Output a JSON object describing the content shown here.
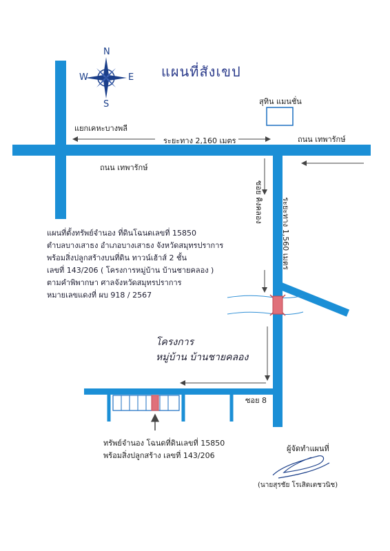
{
  "title": "แผนที่สังเขป",
  "compass": {
    "n": "N",
    "s": "S",
    "e": "E",
    "w": "W"
  },
  "labels": {
    "junction": "แยกเคหะบางพลี",
    "distance_main": "ระยะทาง  2,160 เมตร",
    "road_top_right": "ถนน เทพารักษ์",
    "road_bottom_left": "ถนน เทพารักษ์",
    "shop": "สุทิน แมนชั่น",
    "soi_side": "ซอย คิงคลอง",
    "distance_side": "ระยะทาง  1,560 เมตร",
    "soi8": "ซอย 8"
  },
  "info_lines": [
    "แผนที่ตั้งทรัพย์จำนอง ที่ดินโฉนดเลขที่ 15850",
    "ตำบลบางเสาธง  อำเภอบางเสาธง  จังหวัดสมุทรปราการ",
    "พร้อมสิ่งปลูกสร้างบนที่ดิน ทาวน์เฮ้าส์  2 ชั้น",
    "เลขที่ 143/206  ( โครงการหมู่บ้าน บ้านชายคลอง )",
    "ตามคำพิพากษา ศาลจังหวัดสมุทรปราการ",
    "หมายเลขแดงที่ ผบ 918 / 2567"
  ],
  "project": {
    "line1": "โครงการ",
    "line2": "หมู่บ้าน บ้านชายคลอง"
  },
  "property": {
    "line1": "ทรัพย์จำนอง โฉนดที่ดินเลขที่ 15850",
    "line2": "พร้อมสิ่งปลูกสร้าง เลขที่ 143/206"
  },
  "signature": {
    "label": "ผู้จัดทำแผนที่",
    "name": "(นายสุรชัย  โรเสิดเตชวนิช)"
  },
  "colors": {
    "road": "#1b8fd6",
    "property": "#e0707a",
    "bridge": "#e0707a",
    "arrow": "#555555"
  }
}
